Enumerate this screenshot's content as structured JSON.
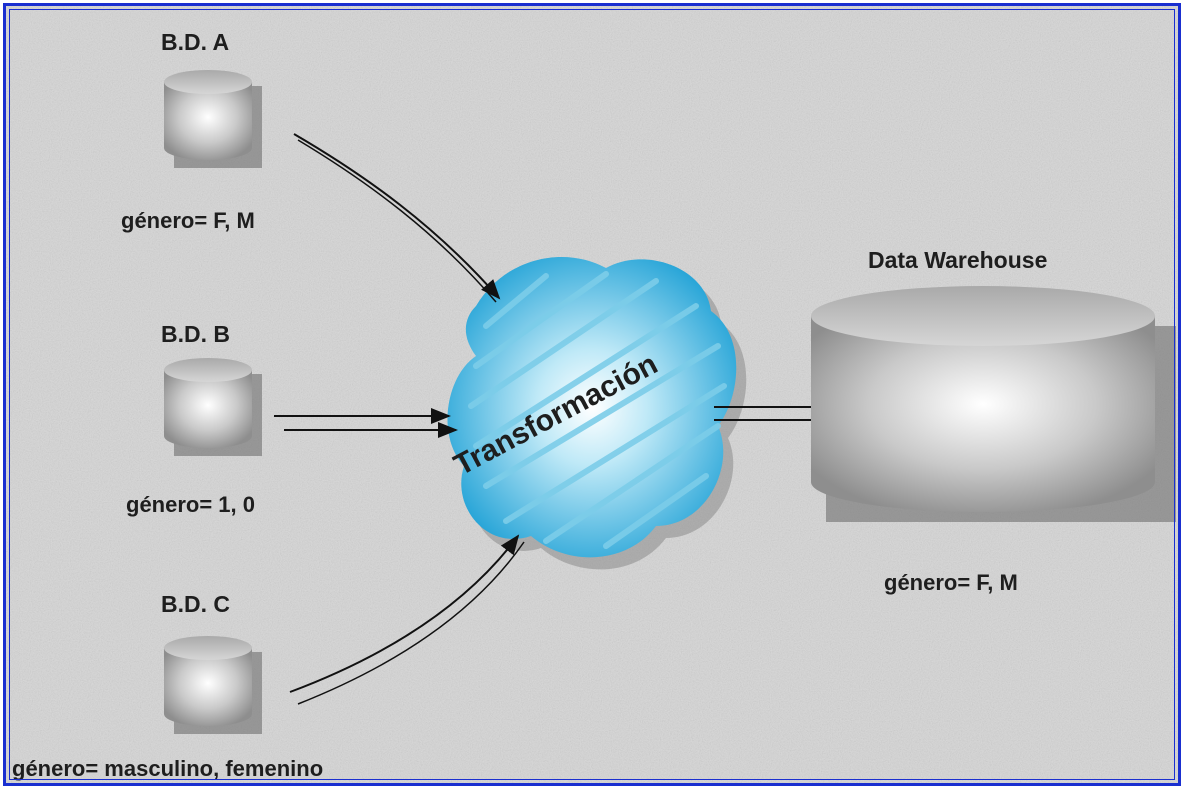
{
  "diagram": {
    "sources": [
      {
        "name": "B.D.  A",
        "encoding": "género= F, M"
      },
      {
        "name": "B.D.  B",
        "encoding": "género= 1, 0"
      },
      {
        "name": "B.D.  C",
        "encoding": "género= masculino, femenino"
      }
    ],
    "process": {
      "label": "Transformación"
    },
    "target": {
      "name": "Data Warehouse",
      "encoding": "género= F, M"
    },
    "colors": {
      "frame": "#1a2fd0",
      "background": "#d9d9d9",
      "cylinder": "#bdbdbd",
      "cloud": "#49b9df",
      "text": "#1e1e1e"
    }
  }
}
